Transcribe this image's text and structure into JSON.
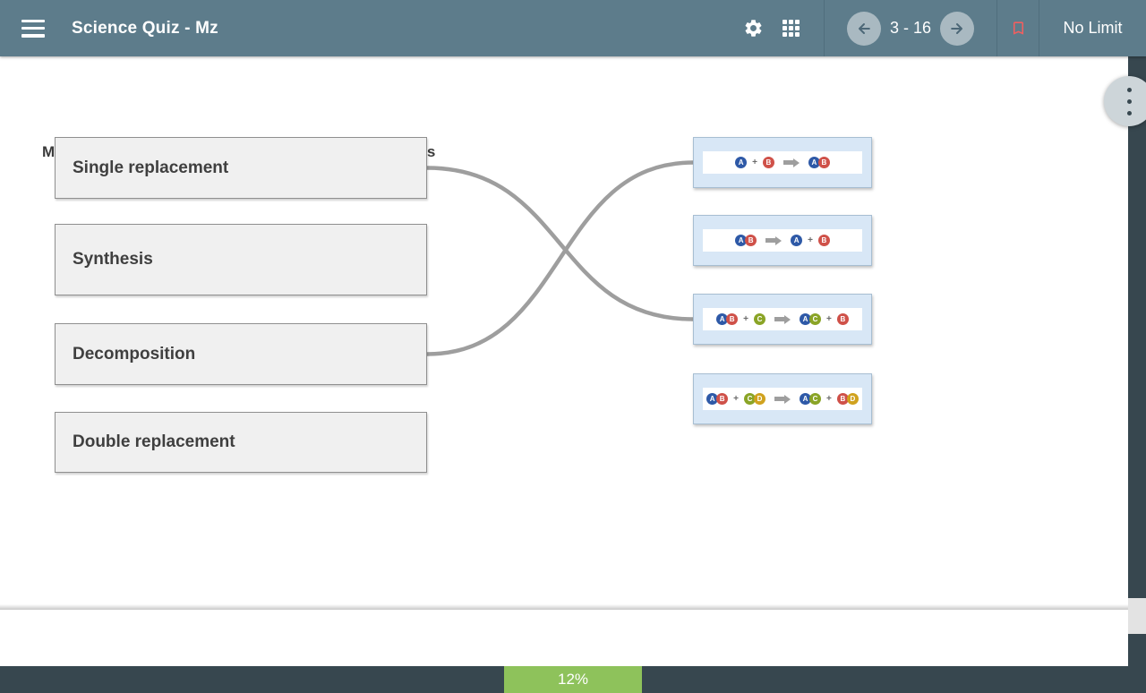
{
  "header": {
    "title": "Science Quiz - Mz",
    "question_range": "3 - 16",
    "time_limit_label": "No Limit"
  },
  "question": {
    "prompt": "Match the chemical reaction types with their examples"
  },
  "left_items": [
    {
      "label": "Single replacement"
    },
    {
      "label": "Synthesis"
    },
    {
      "label": "Decomposition"
    },
    {
      "label": "Double replacement"
    }
  ],
  "right_items": [
    {
      "name": "example-synthesis",
      "tokens": [
        "A",
        "+",
        "B",
        "->",
        "AB"
      ]
    },
    {
      "name": "example-decomposition",
      "tokens": [
        "AB",
        "->",
        "A",
        "+",
        "B"
      ]
    },
    {
      "name": "example-single-replacement",
      "tokens": [
        "AB",
        "+",
        "C",
        "->",
        "AC",
        "+",
        "B"
      ]
    },
    {
      "name": "example-double-replacement",
      "tokens": [
        "AB",
        "+",
        "CD",
        "->",
        "AC",
        "+",
        "BD"
      ]
    }
  ],
  "connections": [
    {
      "left_index": 0,
      "right_index": 2
    },
    {
      "left_index": 2,
      "right_index": 0
    }
  ],
  "atom_colors": {
    "A": "#2e59a7",
    "B": "#cf5149",
    "C": "#8aa426",
    "D": "#d0a21e"
  },
  "progress": {
    "label": "12%",
    "percent": 12
  },
  "colors": {
    "header_bg": "#5d7c8b",
    "footer_bg": "#37474f",
    "progress_green": "#8ec25b",
    "connector_gray": "#9e9e9e",
    "bookmark_red": "#f15f5f"
  }
}
